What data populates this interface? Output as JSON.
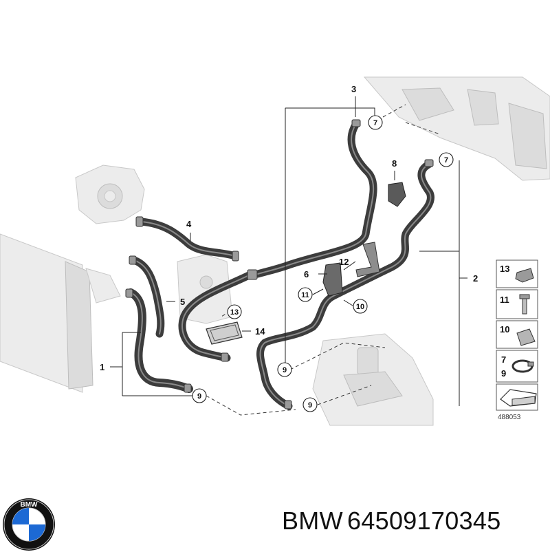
{
  "callouts": {
    "c1": "1",
    "c2": "2",
    "c3": "3",
    "c4": "4",
    "c5": "5",
    "c6": "6",
    "c8": "8",
    "c10": "10",
    "c11": "11",
    "c12": "12",
    "c13": "13",
    "c14": "14",
    "c7a": "7",
    "c7b": "7",
    "c9a": "9",
    "c9b": "9",
    "c9c": "9"
  },
  "legend": {
    "l13": "13",
    "l11": "11",
    "l10": "10",
    "l7": "7",
    "l9": "9"
  },
  "diagram_id": "488053",
  "footer": {
    "brand": "BMW",
    "part_number": "64509170345"
  },
  "logo": {
    "text": "BMW",
    "colors": {
      "blue": "#1c69d4",
      "ring": "#111111",
      "white": "#ffffff"
    }
  }
}
